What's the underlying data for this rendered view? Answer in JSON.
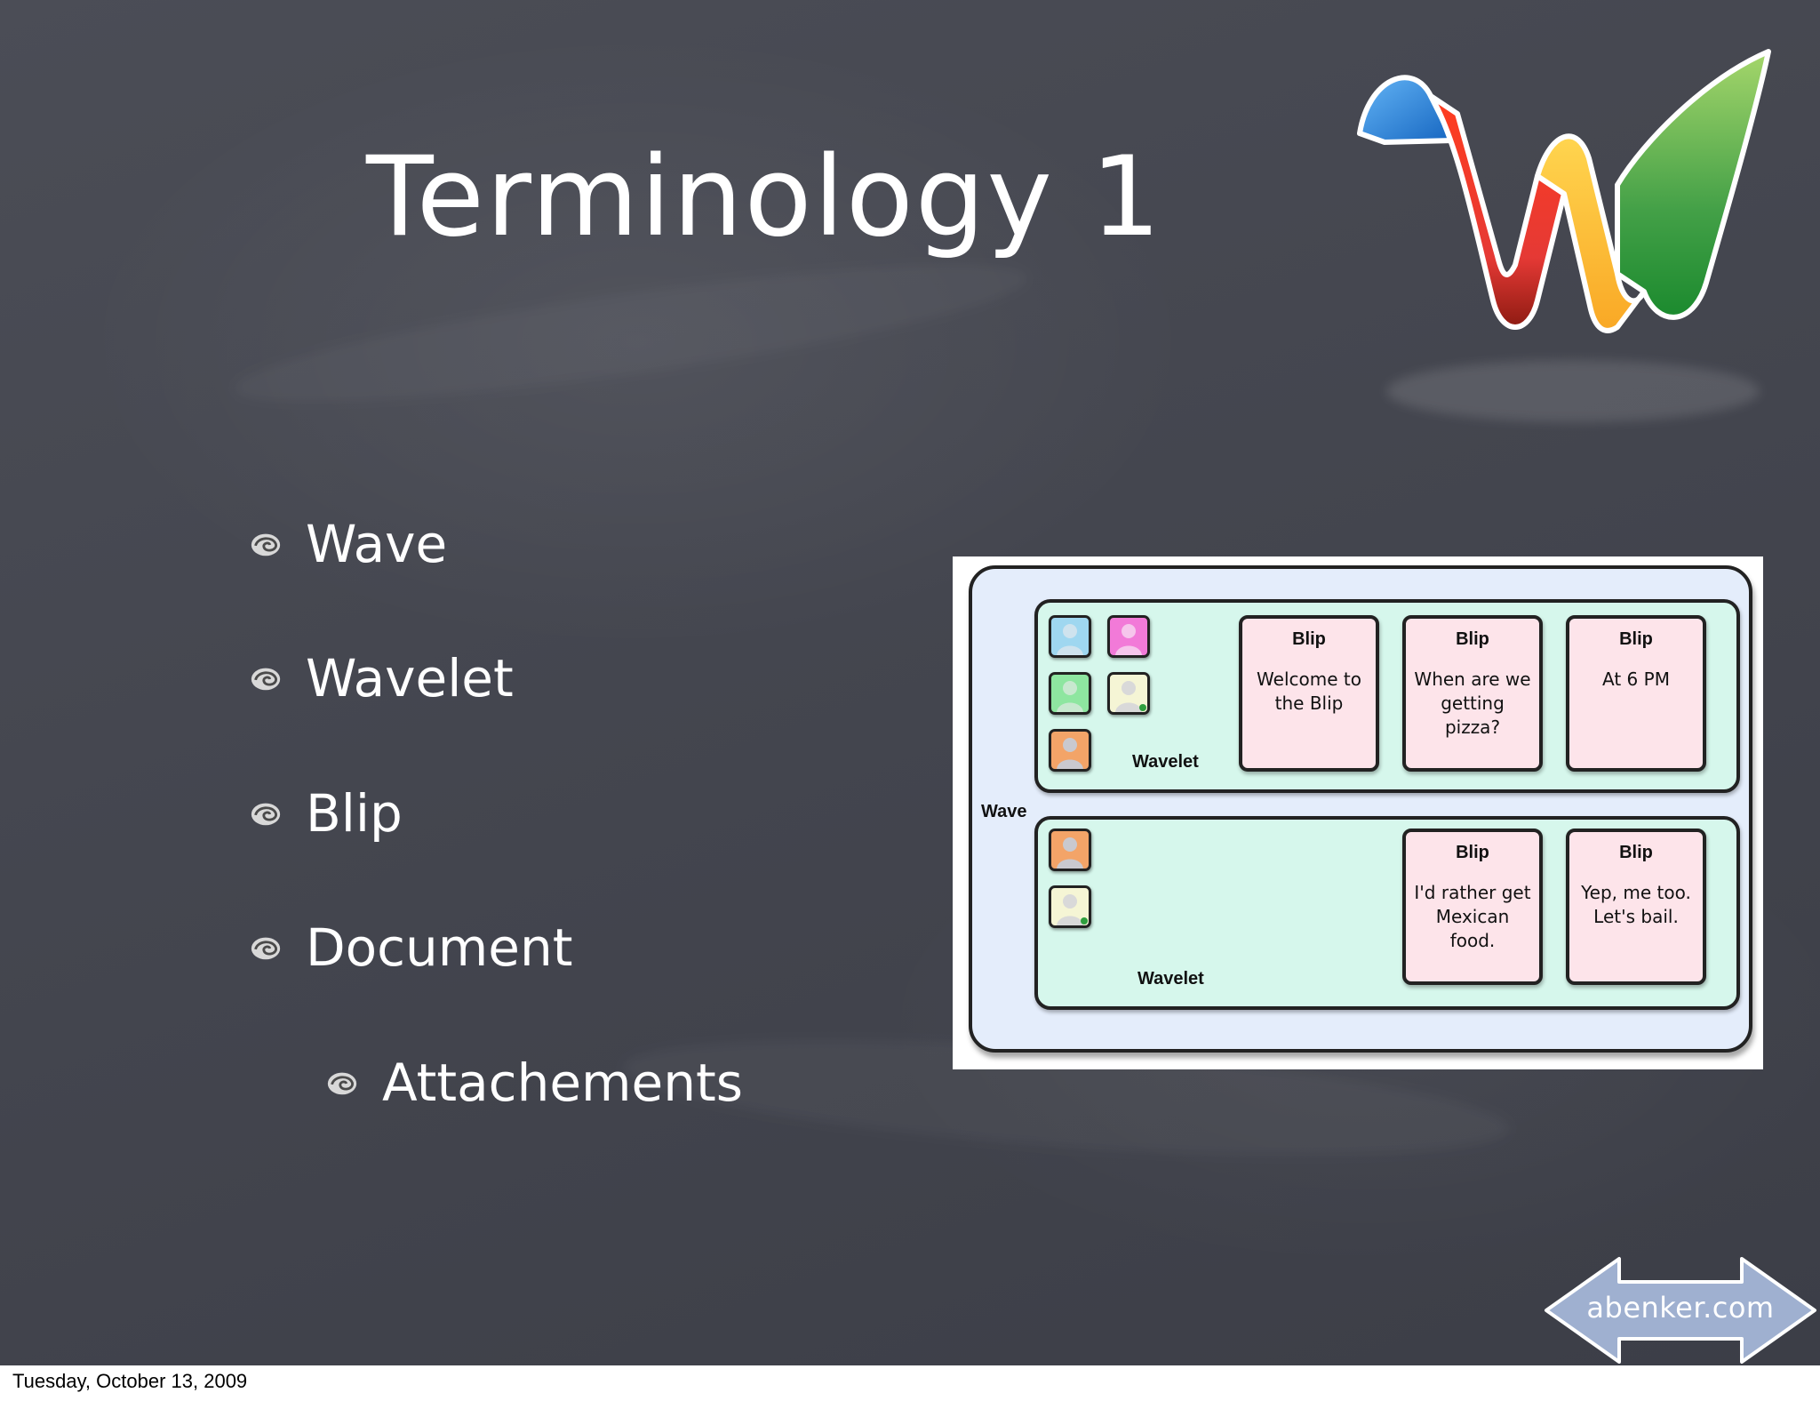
{
  "slide": {
    "title": "Terminology 1",
    "bullets": [
      {
        "label": "Wave",
        "level": 1
      },
      {
        "label": "Wavelet",
        "level": 1
      },
      {
        "label": "Blip",
        "level": 1
      },
      {
        "label": "Document",
        "level": 1
      },
      {
        "label": "Attachements",
        "level": 2
      }
    ],
    "logo": {
      "icon": "google-wave-logo-icon",
      "colors": [
        "#1e88e5",
        "#e53935",
        "#fbc02d",
        "#43a047"
      ]
    },
    "background_color": "#44464f"
  },
  "diagram": {
    "wave_label": "Wave",
    "wavelets": [
      {
        "label": "Wavelet",
        "participants": [
          {
            "icon": "participant-avatar-icon",
            "color": "#9fd7f0"
          },
          {
            "icon": "participant-avatar-icon",
            "color": "#f27ad8"
          },
          {
            "icon": "participant-avatar-icon",
            "color": "#8ee6a0"
          },
          {
            "icon": "participant-avatar-icon",
            "color": "#f5f5d5"
          },
          {
            "icon": "participant-avatar-icon",
            "color": "#f3a468"
          }
        ],
        "blips": [
          {
            "title": "Blip",
            "text_lines": [
              "Welcome to",
              "the Blip"
            ]
          },
          {
            "title": "Blip",
            "text_lines": [
              "When are we",
              "getting pizza?"
            ]
          },
          {
            "title": "Blip",
            "text_lines": [
              "At 6 PM"
            ]
          }
        ]
      },
      {
        "label": "Wavelet",
        "participants": [
          {
            "icon": "participant-avatar-icon",
            "color": "#f3a468"
          },
          {
            "icon": "participant-avatar-icon",
            "color": "#f5f5d5"
          }
        ],
        "blips": [
          {
            "title": "Blip",
            "text_lines": [
              "I'd rather get",
              "Mexican food."
            ]
          },
          {
            "title": "Blip",
            "text_lines": [
              "Yep, me too.",
              "Let's bail."
            ]
          }
        ]
      }
    ]
  },
  "nav": {
    "label": "abenker.com",
    "icon": "double-arrow-icon",
    "color": "#9fb0d0"
  },
  "footer": {
    "date": "Tuesday, October 13, 2009"
  }
}
